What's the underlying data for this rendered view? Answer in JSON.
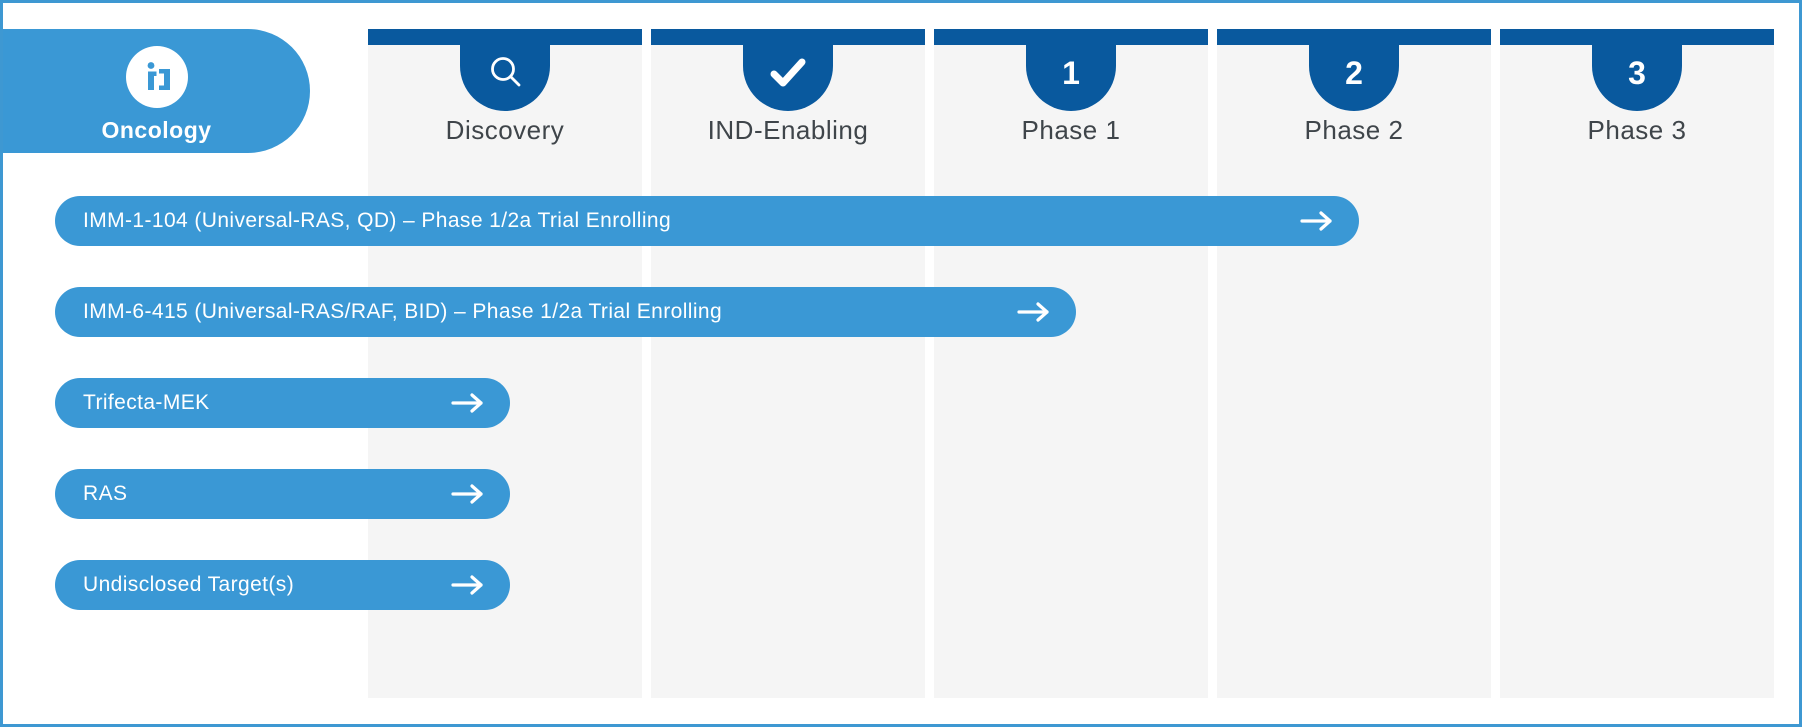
{
  "header": {
    "category_tab": {
      "label": "Oncology",
      "icon": "immuneering-logo-icon"
    }
  },
  "columns": [
    {
      "label": "Discovery",
      "icon": "search-icon"
    },
    {
      "label": "IND-Enabling",
      "icon": "checkmark-icon"
    },
    {
      "label": "Phase 1",
      "badge": "1"
    },
    {
      "label": "Phase 2",
      "badge": "2"
    },
    {
      "label": "Phase 3",
      "badge": "3"
    }
  ],
  "programs": [
    {
      "label": "IMM-1-104 (Universal-RAS, QD) – Phase 1/2a Trial Enrolling"
    },
    {
      "label": "IMM-6-415 (Universal-RAS/RAF, BID) – Phase 1/2a Trial Enrolling"
    },
    {
      "label": "Trifecta-MEK"
    },
    {
      "label": "RAS"
    },
    {
      "label": "Undisclosed Target(s)"
    }
  ],
  "colors": {
    "accent_blue": "#3A98D5",
    "dark_blue": "#09599E",
    "column_bg": "#F5F5F5",
    "heading_text": "#3F454A",
    "frame_border": "#3E98D2"
  },
  "chart_data": {
    "type": "bar",
    "title": "Oncology",
    "stages": [
      "Discovery",
      "IND-Enabling",
      "Phase 1",
      "Phase 2",
      "Phase 3"
    ],
    "categories": [
      "IMM-1-104 (Universal-RAS, QD) – Phase 1/2a Trial Enrolling",
      "IMM-6-415 (Universal-RAS/RAF, BID) – Phase 1/2a Trial Enrolling",
      "Trifecta-MEK",
      "RAS",
      "Undisclosed Target(s)"
    ],
    "values": [
      3.5,
      2.5,
      0.5,
      0.5,
      0.5
    ],
    "value_meaning": "progress along the stage axis in stage units: Discovery 0–1, IND-Enabling 1–2, Phase 1 2–3, Phase 2 3–4, Phase 3 4–5",
    "xlim": [
      0,
      5
    ],
    "legend": "none",
    "orientation": "horizontal"
  }
}
